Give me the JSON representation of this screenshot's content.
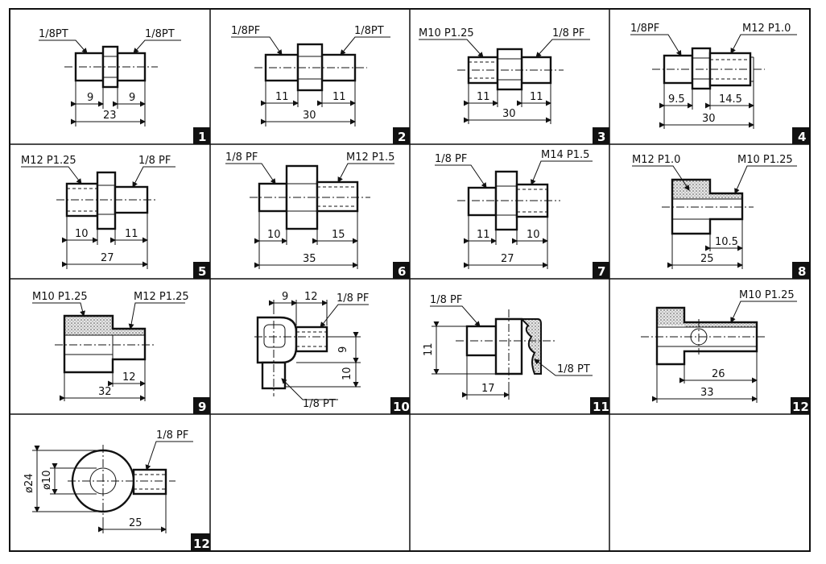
{
  "parts": [
    {
      "id": "p1",
      "number": "1",
      "labels": [
        "1/8PT",
        "1/8PT"
      ],
      "dims": [
        "9",
        "9",
        "23"
      ]
    },
    {
      "id": "p2",
      "number": "2",
      "labels": [
        "1/8PF",
        "1/8PT"
      ],
      "dims": [
        "11",
        "11",
        "30"
      ]
    },
    {
      "id": "p3",
      "number": "3",
      "labels": [
        "M10 P1.25",
        "1/8 PF"
      ],
      "dims": [
        "11",
        "11",
        "30"
      ]
    },
    {
      "id": "p4",
      "number": "4",
      "labels": [
        "1/8PF",
        "M12 P1.0"
      ],
      "dims": [
        "9.5",
        "14.5",
        "30"
      ]
    },
    {
      "id": "p5",
      "number": "5",
      "labels": [
        "M12 P1.25",
        "1/8 PF"
      ],
      "dims": [
        "10",
        "11",
        "27"
      ]
    },
    {
      "id": "p6",
      "number": "6",
      "labels": [
        "1/8 PF",
        "M12 P1.5"
      ],
      "dims": [
        "10",
        "15",
        "35"
      ]
    },
    {
      "id": "p7",
      "number": "7",
      "labels": [
        "1/8 PF",
        "M14 P1.5"
      ],
      "dims": [
        "11",
        "10",
        "27"
      ]
    },
    {
      "id": "p8",
      "number": "8",
      "labels": [
        "M12 P1.0",
        "M10 P1.25"
      ],
      "dims": [
        "10.5",
        "25"
      ]
    },
    {
      "id": "p9",
      "number": "9",
      "labels": [
        "M10 P1.25",
        "M12 P1.25"
      ],
      "dims": [
        "12",
        "32"
      ]
    },
    {
      "id": "p10",
      "number": "10",
      "labels": [
        "1/8 PF",
        "1/8 PT"
      ],
      "dims": [
        "9",
        "12",
        "9",
        "10"
      ]
    },
    {
      "id": "p11",
      "number": "11",
      "labels": [
        "1/8 PF",
        "1/8 PT"
      ],
      "dims": [
        "11",
        "17"
      ]
    },
    {
      "id": "p12a",
      "number": "12",
      "labels": [
        "M10 P1.25"
      ],
      "dims": [
        "26",
        "33"
      ]
    },
    {
      "id": "p12b",
      "number": "12",
      "labels": [
        "1/8 PF"
      ],
      "dims": [
        "ø24",
        "ø10",
        "25"
      ]
    }
  ]
}
